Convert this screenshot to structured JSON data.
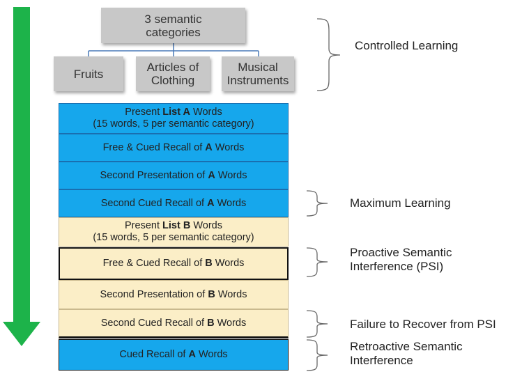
{
  "top": {
    "root": "3 semantic categories",
    "categories": [
      "Fruits",
      "Articles of Clothing",
      "Musical Instruments"
    ]
  },
  "steps": [
    {
      "pre": "Present ",
      "bold": "List A",
      "post": " Words",
      "line2": "(15 words, 5 per semantic category)"
    },
    {
      "pre": "Free & Cued Recall of ",
      "bold": "A",
      "post": " Words"
    },
    {
      "pre": "Second Presentation of ",
      "bold": "A",
      "post": " Words"
    },
    {
      "pre": "Second Cued Recall of ",
      "bold": "A",
      "post": " Words"
    },
    {
      "pre": "Present ",
      "bold": "List B",
      "post": " Words",
      "line2": "(15 words, 5 per semantic category)"
    },
    {
      "pre": "Free & Cued Recall of ",
      "bold": "B",
      "post": " Words"
    },
    {
      "pre": "Second Presentation of ",
      "bold": "B",
      "post": " Words"
    },
    {
      "pre": "Second Cued Recall of ",
      "bold": "B",
      "post": " Words"
    },
    {
      "pre": "Cued Recall of ",
      "bold": "A",
      "post": " Words"
    }
  ],
  "phases": [
    {
      "line1": "Controlled Learning"
    },
    {
      "line1": "Maximum Learning"
    },
    {
      "line1": "Proactive Semantic",
      "line2": "Interference (PSI)"
    },
    {
      "line1": "Failure to Recover from PSI"
    },
    {
      "line1": "Retroactive Semantic",
      "line2": "Interference"
    }
  ],
  "colors": {
    "arrow": "#1db34a",
    "list_a": "#16a7ec",
    "list_b": "#fbeec7",
    "category_box": "#c8c8c8",
    "connector": "#4a7ab8"
  }
}
